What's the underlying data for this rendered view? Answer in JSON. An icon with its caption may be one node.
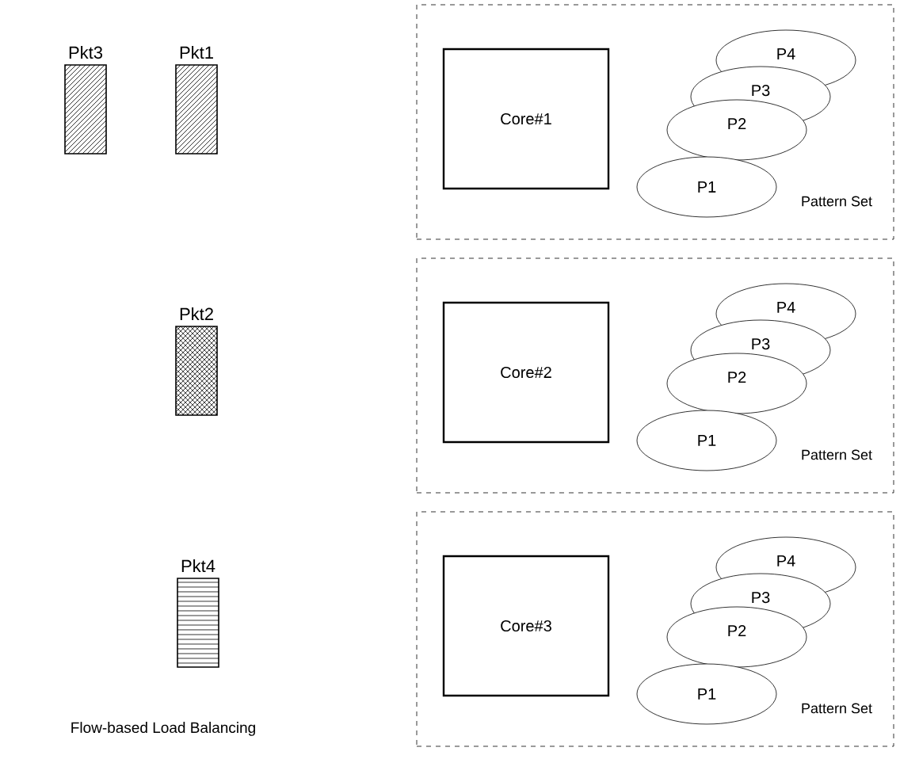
{
  "diagram": {
    "caption": "Flow-based Load Balancing",
    "nodes": [
      {
        "text": [
          "Pkt3"
        ]
      },
      {
        "text": [
          "Pkt1"
        ]
      },
      {
        "text": [],
        "shape": "box"
      },
      {
        "text": [
          "Core#1"
        ],
        "in": 2
      },
      {
        "text": [
          "P4"
        ],
        "in": 2
      },
      {
        "text": [
          "P3"
        ],
        "in": 2
      },
      {
        "text": [
          "P2"
        ],
        "in": 2
      },
      {
        "text": [
          "P1"
        ],
        "in": 2
      },
      {
        "text": [
          "Pkt2"
        ]
      },
      {
        "text": [],
        "shape": "box"
      },
      {
        "text": [
          "Core#2"
        ],
        "in": 9
      },
      {
        "text": [
          "P4"
        ],
        "in": 9
      },
      {
        "text": [
          "P3"
        ],
        "in": 9
      },
      {
        "text": [
          "P2"
        ],
        "in": 9
      },
      {
        "text": [
          "P1"
        ],
        "in": 9
      },
      {
        "text": [
          "Pkt4"
        ]
      },
      {
        "text": [],
        "shape": "box"
      },
      {
        "text": [
          "Core#3"
        ],
        "in": 16
      },
      {
        "text": [
          "P4"
        ],
        "in": 16
      },
      {
        "text": [
          "P3"
        ],
        "in": 16
      },
      {
        "text": [
          "P2"
        ],
        "in": 16
      },
      {
        "text": [
          "P1"
        ],
        "in": 16
      }
    ],
    "labels": [
      "Pattern Set",
      "Pattern Set",
      "Pattern Set"
    ]
  }
}
